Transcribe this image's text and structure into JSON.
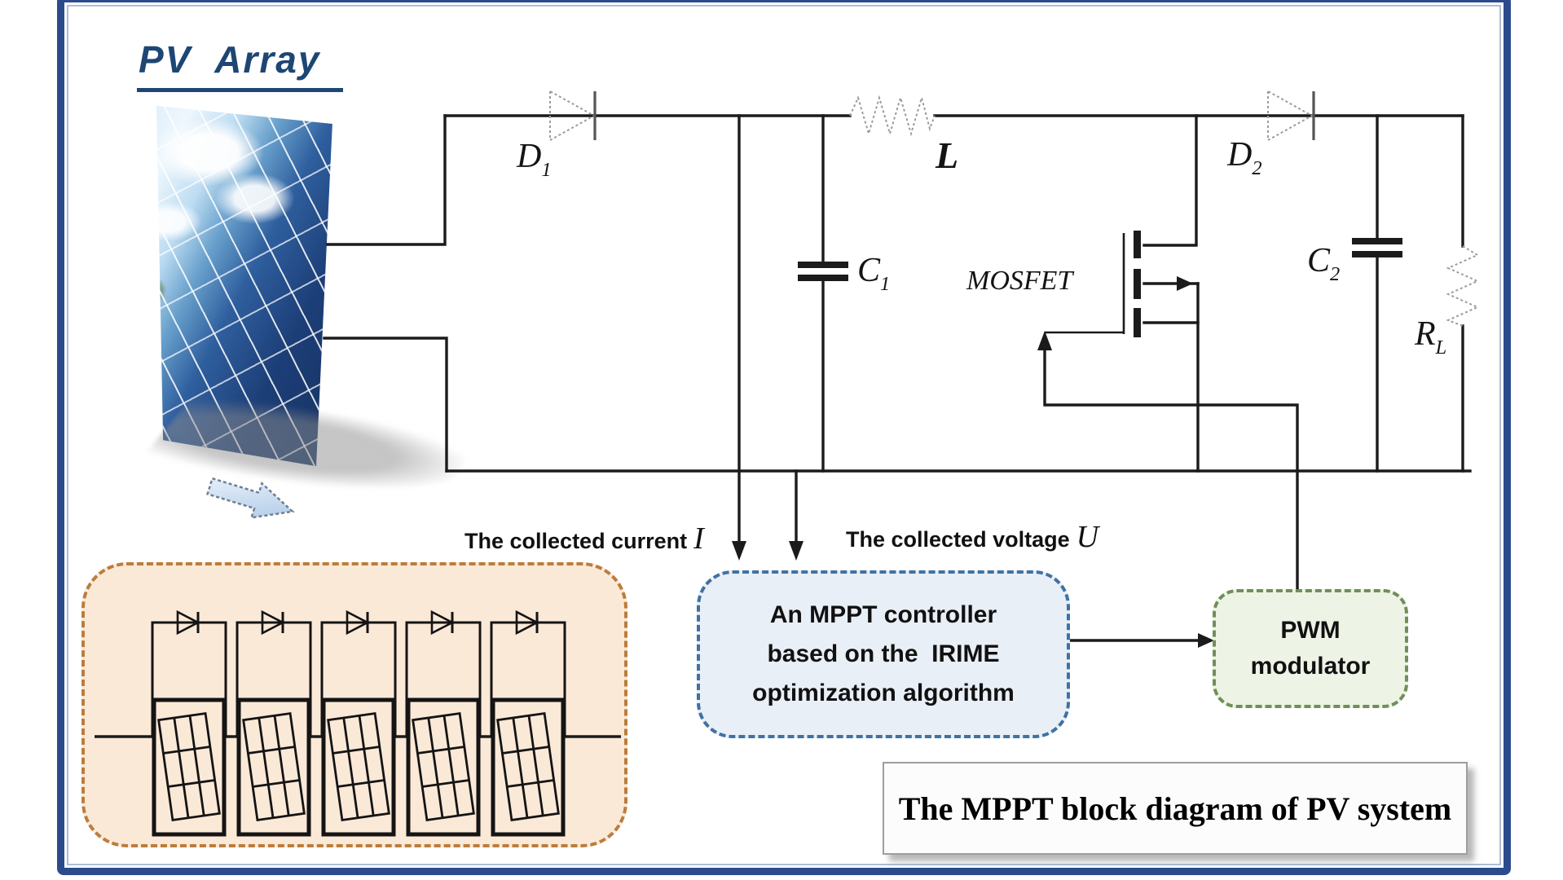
{
  "title": "PV  Array",
  "circuit": {
    "labels": {
      "d1": {
        "main": "D",
        "sub": "1"
      },
      "l": "L",
      "c1": {
        "main": "C",
        "sub": "1"
      },
      "mosfet": "MOSFET",
      "d2": {
        "main": "D",
        "sub": "2"
      },
      "c2": {
        "main": "C",
        "sub": "2"
      },
      "rl": {
        "main": "R",
        "sub": "L"
      }
    }
  },
  "signals": {
    "current": {
      "text": "The collected current",
      "symbol": "I"
    },
    "voltage": {
      "text": "The collected voltage",
      "symbol": "U"
    }
  },
  "mppt_controller": {
    "lines": [
      "An MPPT controller",
      "based on the  IRIME",
      "optimization algorithm"
    ]
  },
  "pwm_modulator": {
    "lines": [
      "PWM",
      "modulator"
    ]
  },
  "caption": "The MPPT block diagram of PV system",
  "colors": {
    "frame_blue": "#2c4b8c",
    "title_blue": "#1d4673",
    "wire_black": "#1b1b1b",
    "symbol_gray": "#9b9b9b",
    "mppt_fill": "#e9eff6",
    "mppt_border": "#3f72a3",
    "pwm_fill": "#edf3e5",
    "pwm_border": "#6e9058",
    "pv_box_fill": "#fbe9d8",
    "pv_box_border": "#bb7d3c",
    "caption_fill": "#fcfcfc"
  }
}
